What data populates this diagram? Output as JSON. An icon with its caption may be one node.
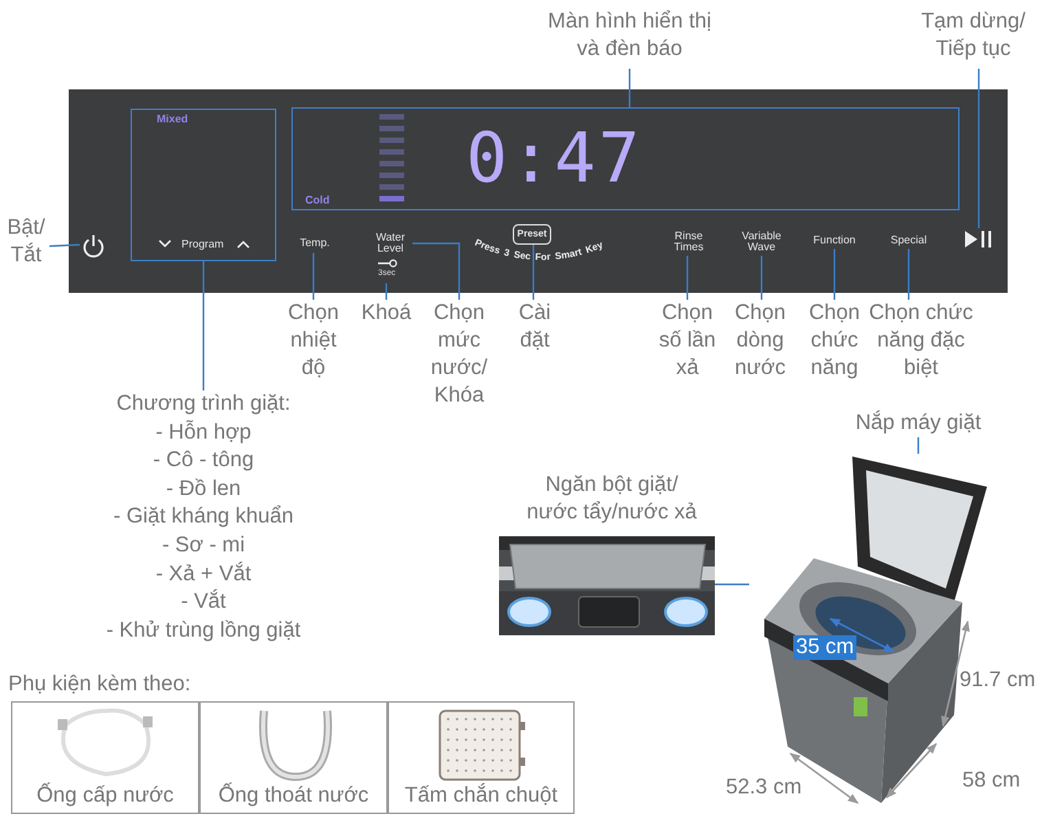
{
  "diagram": {
    "nodes": [
      {
        "text": [],
        "shape": "picture"
      },
      {
        "text": [
          "Mixed",
          "Program"
        ],
        "in": 0
      },
      {
        "text": [
          "Cold",
          "0:47"
        ],
        "in": 0
      },
      {
        "text": [],
        "shape": "picture",
        "in": 0
      },
      {
        "text": [
          "Temp."
        ],
        "in": 0
      },
      {
        "text": [
          "3sec"
        ],
        "in": 0
      },
      {
        "text": [
          "Water Level"
        ],
        "in": 0
      },
      {
        "text": [
          "Preset"
        ],
        "beside": [
          "Press 3 Sec For Smart Key"
        ],
        "in": 0
      },
      {
        "text": [
          "Rinse Times"
        ],
        "in": 0
      },
      {
        "text": [
          "Variable Wave"
        ],
        "in": 0
      },
      {
        "text": [
          "Function"
        ],
        "in": 0
      },
      {
        "text": [
          "Special"
        ],
        "in": 0
      },
      {
        "text": [],
        "shape": "picture",
        "in": 0
      },
      {
        "text": [
          "Màn hình hiển thị và đèn báo"
        ]
      },
      {
        "text": [
          "Tạm dừng/ Tiếp tục"
        ]
      },
      {
        "text": [
          "Bật/ Tắt"
        ]
      },
      {
        "text": [
          "Chương trình giặt:",
          "- Hỗn hợp",
          "- Cô - tông",
          "- Đồ len",
          "- Giặt kháng khuẩn",
          "- Sơ - mi",
          "- Xả + Vắt",
          "- Vắt",
          "- Khử trùng lồng giặt"
        ]
      },
      {
        "text": [
          "Chọn nhiệt độ"
        ]
      },
      {
        "text": [
          "Khoá"
        ]
      },
      {
        "text": [
          "Chọn mức nước/ Khóa"
        ]
      },
      {
        "text": [
          "Cài đặt"
        ]
      },
      {
        "text": [
          "Chọn số lần xả"
        ]
      },
      {
        "text": [
          "Chọn dòng nước"
        ]
      },
      {
        "text": [
          "Chọn chức năng"
        ]
      },
      {
        "text": [
          "Chọn chức năng đặc biệt"
        ]
      },
      {
        "text": [
          "Ống cấp nước"
        ]
      },
      {
        "text": [
          "Ống thoát nước"
        ]
      },
      {
        "text": [
          "Tấm chắn chuột"
        ]
      },
      {
        "text": [
          "Ngăn bột giặt/ nước tẩy/nước xả"
        ]
      },
      {
        "text": [],
        "shape": "picture"
      },
      {
        "text": [
          "Nắp máy giặt"
        ]
      },
      {
        "text": [],
        "shape": "picture"
      }
    ],
    "edges": [
      {
        "from": 13,
        "to": 2,
        "arrow": "none"
      },
      {
        "from": 14,
        "to": 12,
        "arrow": "none"
      },
      {
        "from": 15,
        "to": 3,
        "arrow": "none"
      },
      {
        "from": 16,
        "to": 1,
        "arrow": "none"
      },
      {
        "from": 17,
        "to": 4,
        "arrow": "none"
      },
      {
        "from": 18,
        "to": 5,
        "arrow": "none"
      },
      {
        "from": 19,
        "to": 6,
        "arrow": "none"
      },
      {
        "from": 20,
        "to": 7,
        "arrow": "none"
      },
      {
        "from": 21,
        "to": 8,
        "arrow": "none"
      },
      {
        "from": 22,
        "to": 9,
        "arrow": "none"
      },
      {
        "from": 23,
        "to": 10,
        "arrow": "none"
      },
      {
        "from": 24,
        "to": 11,
        "arrow": "none"
      },
      {
        "from": 29,
        "to": 31,
        "arrow": "none"
      },
      {
        "from": 30,
        "to": 31,
        "arrow": "none"
      }
    ],
    "labels": [
      "Phụ kiện kèm theo:",
      "35 cm",
      "91.7 cm",
      "58 cm",
      "52.3 cm"
    ]
  }
}
